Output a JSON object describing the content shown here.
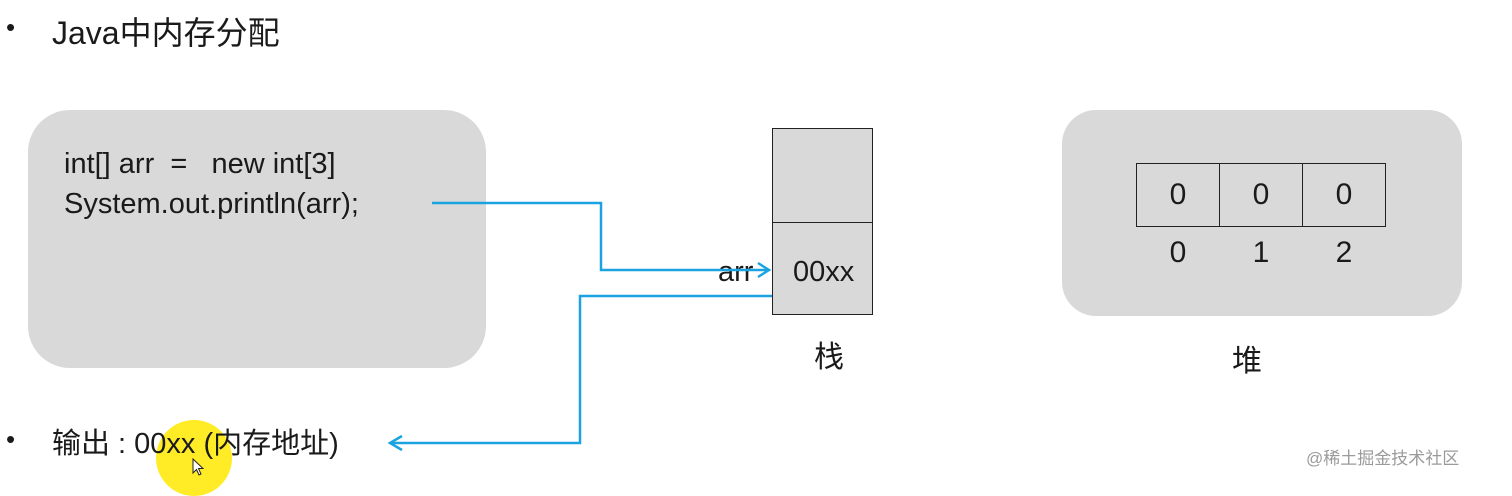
{
  "title": {
    "bullet": "•",
    "text": "Java中内存分配"
  },
  "code": {
    "line1": "int[] arr  =   new int[3]",
    "line2": "System.out.println(arr);"
  },
  "stack": {
    "var_name": "arr",
    "value": "00xx",
    "label": "栈"
  },
  "heap": {
    "values": [
      "0",
      "0",
      "0"
    ],
    "indices": [
      "0",
      "1",
      "2"
    ],
    "label": "堆"
  },
  "output": {
    "bullet": "•",
    "prefix": "输出 : ",
    "highlighted": "00xx",
    "suffix": " (内存地址)"
  },
  "watermark": {
    "site": "@稀土掘金技术社区"
  },
  "colors": {
    "box_fill": "#d9d9d9",
    "arrow": "#1aa3e0",
    "highlight": "#ffe800"
  }
}
